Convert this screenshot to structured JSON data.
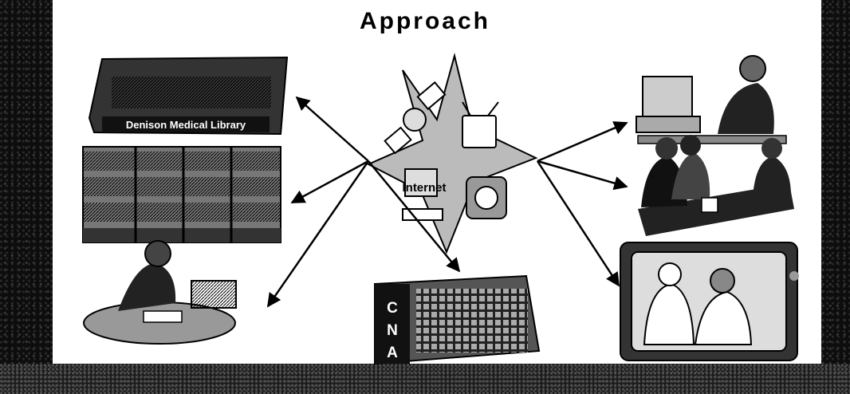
{
  "slide": {
    "title": "Approach",
    "hub_label": "Internet",
    "library_caption": "Denison Medical Library",
    "cna_letters": [
      "C",
      "N",
      "A"
    ]
  },
  "nodes": [
    {
      "id": "medical-library",
      "side": "left"
    },
    {
      "id": "bookshelves",
      "side": "left"
    },
    {
      "id": "person-reading",
      "side": "left"
    },
    {
      "id": "cna-device",
      "side": "bottom"
    },
    {
      "id": "computer-user",
      "side": "right"
    },
    {
      "id": "meeting",
      "side": "right"
    },
    {
      "id": "video-monitor",
      "side": "right"
    }
  ],
  "colors": {
    "background": "#0d0d0d",
    "panel": "#ffffff",
    "ink": "#000000"
  }
}
